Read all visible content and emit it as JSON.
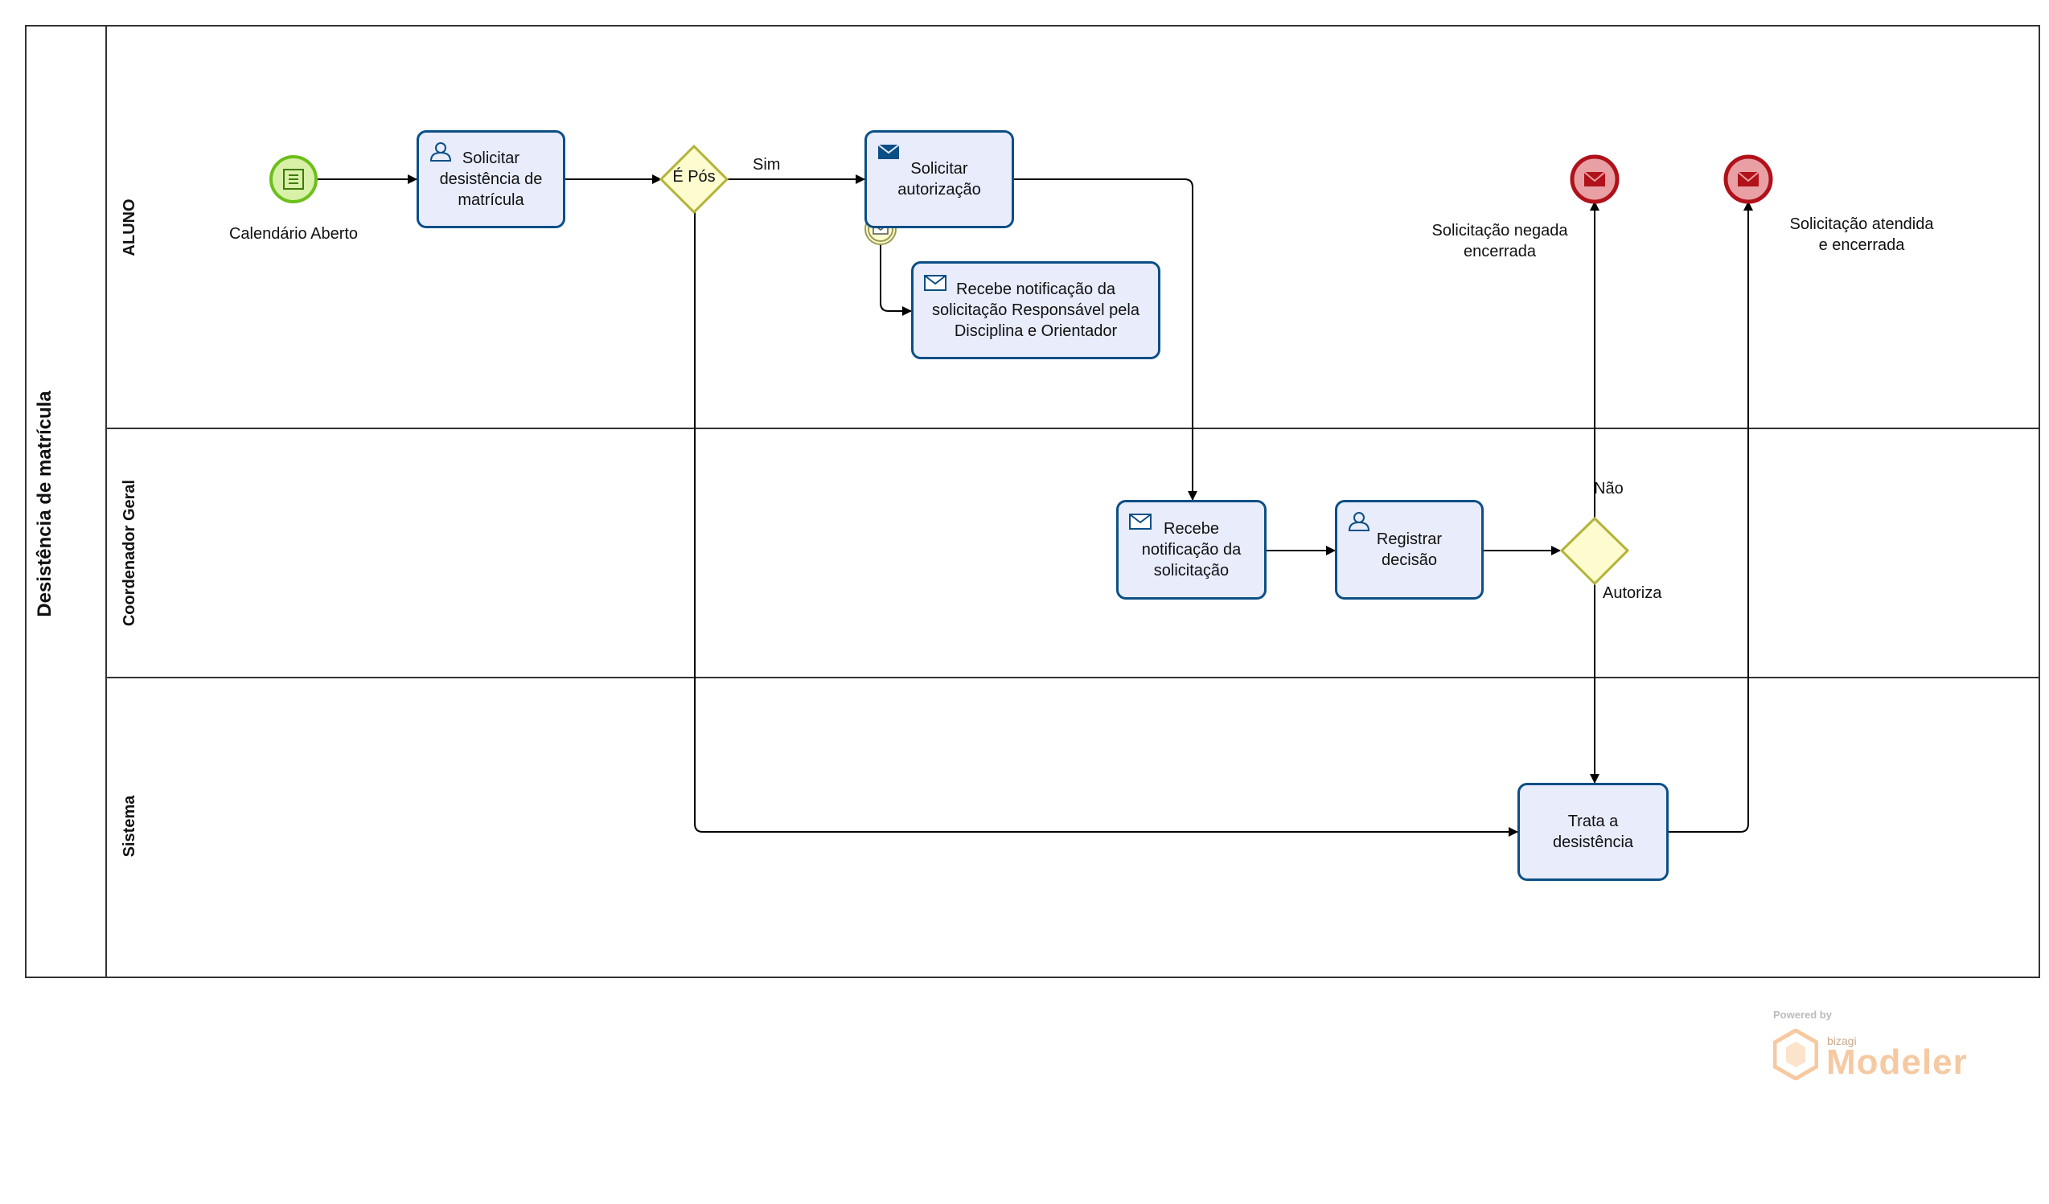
{
  "pool": {
    "title": "Desistência  de  matrícula"
  },
  "lanes": [
    {
      "label": "ALUNO"
    },
    {
      "label": "Coordenador Geral"
    },
    {
      "label": "Sistema"
    }
  ],
  "start_event": {
    "label": "Calendário Aberto",
    "icon": "timer-icon"
  },
  "tasks": {
    "solicitar_desistencia": {
      "label": "Solicitar\ndesistência de\nmatrícula",
      "icon": "user-icon"
    },
    "solicitar_autorizacao": {
      "label": "Solicitar\nautorização",
      "icon": "send-message-icon"
    },
    "recebe_notificacao_aluno": {
      "label": "Recebe notificação da\nsolicitação Responsável pela\nDisciplina e Orientador",
      "icon": "envelope-icon"
    },
    "recebe_notificacao_coord": {
      "label": "Recebe\nnotificação da\nsolicitação",
      "icon": "envelope-icon"
    },
    "registrar_decisao": {
      "label": "Registrar\ndecisão",
      "icon": "user-icon"
    },
    "trata_desistencia": {
      "label": "Trata a\ndesistência"
    }
  },
  "gateways": {
    "e_pos": {
      "label": "É Pós"
    },
    "decisao": {
      "label": ""
    }
  },
  "flow_labels": {
    "sim": "Sim",
    "nao": "Não",
    "autoriza": "Autoriza"
  },
  "end_events": {
    "negada": {
      "label": "Solicitação negada\nencerrada",
      "icon": "envelope-icon"
    },
    "atendida": {
      "label": "Solicitação atendida\ne encerrada",
      "icon": "envelope-icon"
    }
  },
  "watermark": {
    "powered_by": "Powered by",
    "brand": "bizagi",
    "product": "Modeler"
  },
  "colors": {
    "task_fill": "#e8ecfb",
    "task_border": "#0b4f86",
    "start_fill": "#d8f0a8",
    "start_border": "#6cbf1a",
    "end_fill": "#e8a0a4",
    "end_border": "#b1111a",
    "gateway_fill": "#fdfccf",
    "gateway_border": "#b3b33a"
  }
}
